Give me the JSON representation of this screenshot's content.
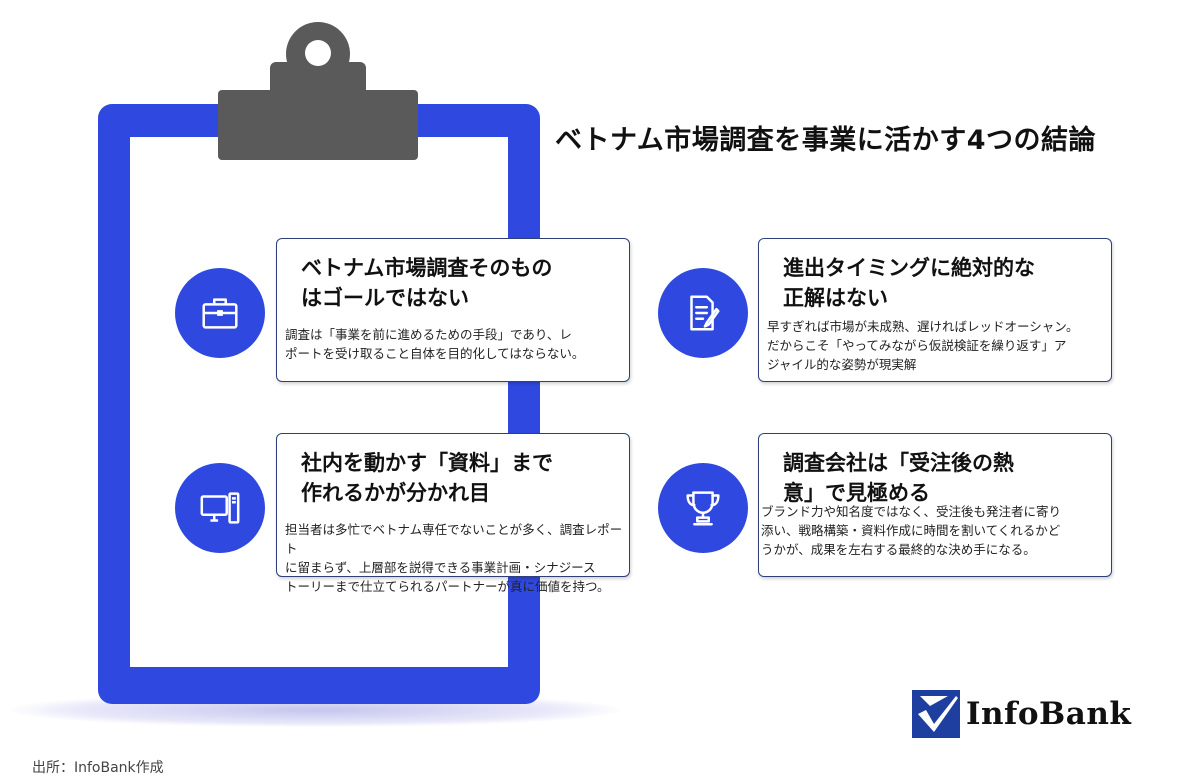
{
  "title": "ベトナム市場調査を事業に活かす4つの結論",
  "cards": [
    {
      "icon": "briefcase-icon",
      "title": "ベトナム市場調査そのもの\nはゴールではない",
      "body": "調査は「事業を前に進めるための手段」であり、レ\nポートを受け取ること自体を目的化してはならない。"
    },
    {
      "icon": "document-pen-icon",
      "title": "進出タイミングに絶対的な\n正解はない",
      "body": "早すぎれば市場が未成熟、遅ければレッドオーシャン。\nだからこそ「やってみながら仮説検証を繰り返す」ア\nジャイル的な姿勢が現実解"
    },
    {
      "icon": "computer-icon",
      "title": "社内を動かす「資料」まで\n作れるかが分かれ目",
      "body": "担当者は多忙でベトナム専任でないことが多く、調査レポート\nに留まらず、上層部を説得できる事業計画・シナジース\nトーリーまで仕立てられるパートナーが真に価値を持つ。"
    },
    {
      "icon": "trophy-icon",
      "title": "調査会社は「受注後の熱\n意」で見極める",
      "body": "ブランド力や知名度ではなく、受注後も発注者に寄り\n添い、戦略構築・資料作成に時間を割いてくれるかど\nうかが、成果を左右する最終的な決め手になる。"
    }
  ],
  "logo": {
    "text": "InfoBank"
  },
  "source": "出所：InfoBank作成",
  "colors": {
    "accent": "#2f49e0",
    "clip": "#5a5a5a",
    "card_border": "#2f3f7a"
  }
}
